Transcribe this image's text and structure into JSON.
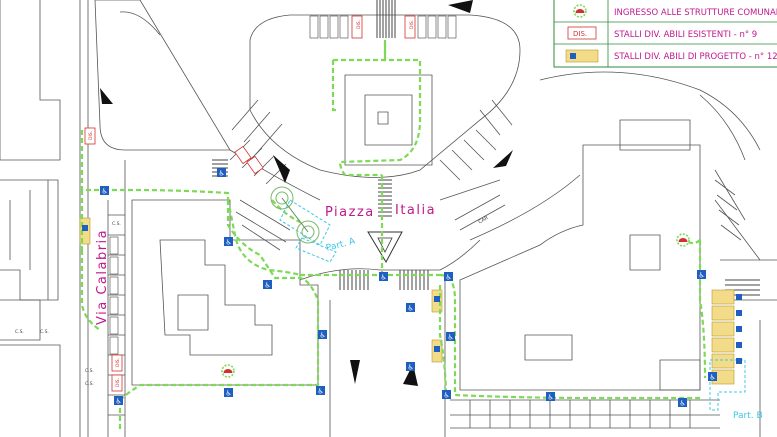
{
  "street_labels": {
    "piazza": "Piazza",
    "italia": "Italia",
    "via_calabria": "Via Calabria"
  },
  "areas": {
    "part_a": "Part. A",
    "part_b": "Part. B"
  },
  "legend": {
    "items": [
      {
        "symbol": "entrance-marker",
        "label": "INGRESSO ALLE STRUTTURE COMUNALI"
      },
      {
        "symbol": "DIS.",
        "label": "STALLI DIV. ABILI ESISTENTI - n° 9"
      },
      {
        "symbol": "disabled-stall-yellow",
        "label": "STALLI DIV. ABILI DI PROGETTO - n° 12"
      }
    ]
  },
  "markings": {
    "dis": "DIS.",
    "cs": "C.S.",
    "car": "CAR"
  },
  "colors": {
    "route": "#7ed957",
    "accent_text": "#c0188c",
    "cyan_area": "#3cc8e6",
    "disabled_blue": "#1f5fbf",
    "stall_yellow": "#f2dc8a",
    "existing_red": "#d62f2f",
    "legend_border": "#2e8b3a"
  }
}
